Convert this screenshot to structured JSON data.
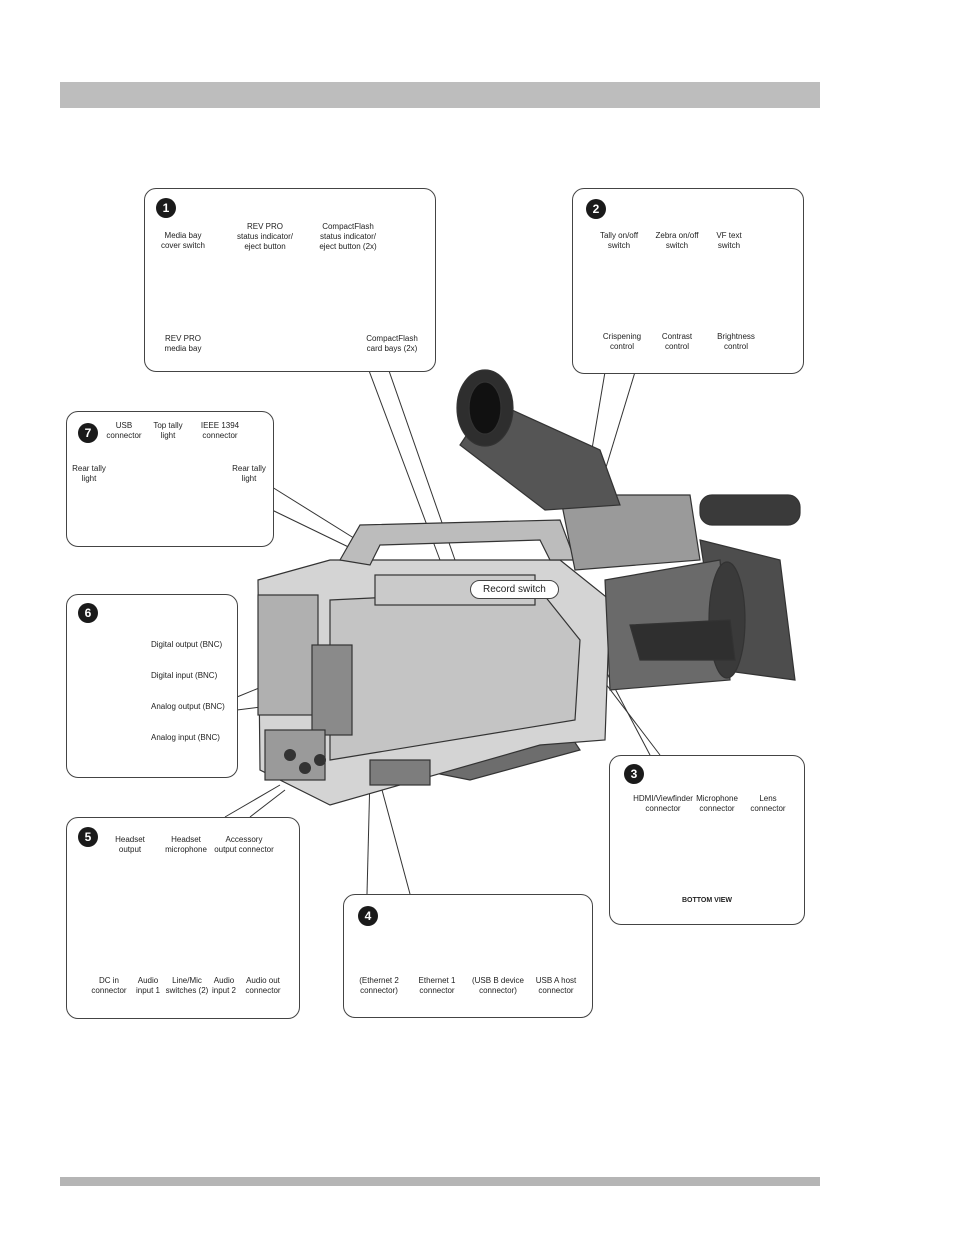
{
  "panels": {
    "p1": {
      "number": "1",
      "labels": {
        "media_bay_cover": "Media bay\ncover switch",
        "rev_pro_status": "REV PRO\nstatus indicator/\neject button",
        "cf_status": "CompactFlash\nstatus indicator/\neject button (2x)",
        "rev_pro_bay": "REV PRO\nmedia bay",
        "cf_bays": "CompactFlash\ncard bays (2x)"
      }
    },
    "p2": {
      "number": "2",
      "labels": {
        "tally": "Tally on/off\nswitch",
        "zebra": "Zebra on/off\nswitch",
        "vf_text": "VF text\nswitch",
        "crispening": "Crispening\ncontrol",
        "contrast": "Contrast\ncontrol",
        "brightness": "Brightness\ncontrol"
      }
    },
    "p3": {
      "number": "3",
      "labels": {
        "hdmi": "HDMI/Viewfinder\nconnector",
        "microphone": "Microphone\nconnector",
        "lens": "Lens\nconnector",
        "bottom_view": "BOTTOM VIEW"
      }
    },
    "p4": {
      "number": "4",
      "labels": {
        "eth2": "(Ethernet 2\nconnector)",
        "eth1": "Ethernet 1\nconnector",
        "usb_b": "(USB B device\nconnector)",
        "usb_a": "USB A host\nconnector"
      }
    },
    "p5": {
      "number": "5",
      "labels": {
        "headset_out": "Headset\noutput",
        "headset_mic": "Headset\nmicrophone",
        "accessory": "Accessory\noutput connector",
        "dc_in": "DC in\nconnector",
        "audio1": "Audio\ninput 1",
        "line_mic": "Line/Mic\nswitches (2)",
        "audio2": "Audio\ninput 2",
        "audio_out": "Audio out\nconnector"
      }
    },
    "p6": {
      "number": "6",
      "labels": {
        "digital_out": "Digital output (BNC)",
        "digital_in": "Digital input (BNC)",
        "analog_out": "Analog output (BNC)",
        "analog_in": "Analog input (BNC)"
      }
    },
    "p7": {
      "number": "7",
      "labels": {
        "usb": "USB\nconnector",
        "top_tally": "Top tally\nlight",
        "ieee": "IEEE 1394\nconnector",
        "rear_tally_left": "Rear tally\nlight",
        "rear_tally_right": "Rear tally\nlight"
      }
    }
  },
  "record_switch": "Record switch",
  "colors": {
    "line": "#333333",
    "body": "#cfcfcf",
    "dark": "#4a4a4a"
  }
}
